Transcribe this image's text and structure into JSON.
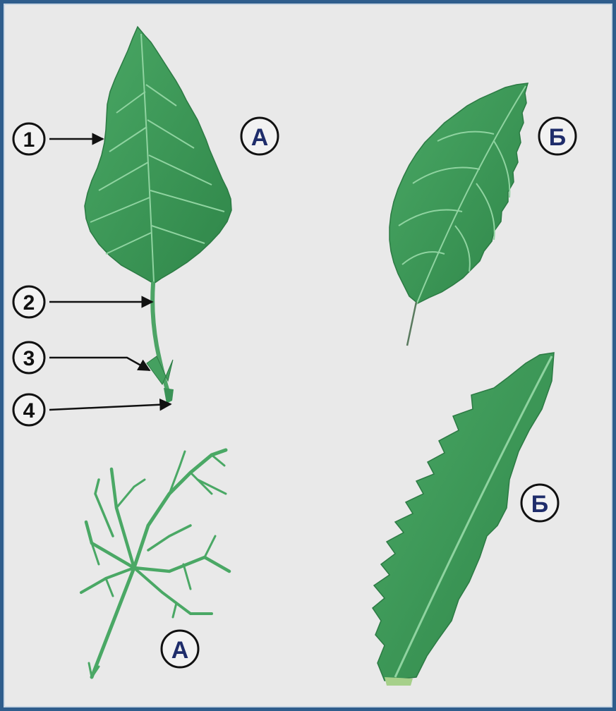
{
  "figure": {
    "colors": {
      "frame_border": "#2f5d8c",
      "background": "#e9e9e9",
      "leaf_fill": "#3f9a5a",
      "leaf_dark": "#2e7f47",
      "vein": "#8fd3a0",
      "letter": "#1f2d6b",
      "number": "#111111"
    },
    "part_numbers": [
      "1",
      "2",
      "3",
      "4"
    ],
    "letters": {
      "simple_leaf_a": "А",
      "simple_leaf_b": "Б",
      "compound_leaf_a": "А",
      "lobed_leaf_b": "Б"
    }
  }
}
